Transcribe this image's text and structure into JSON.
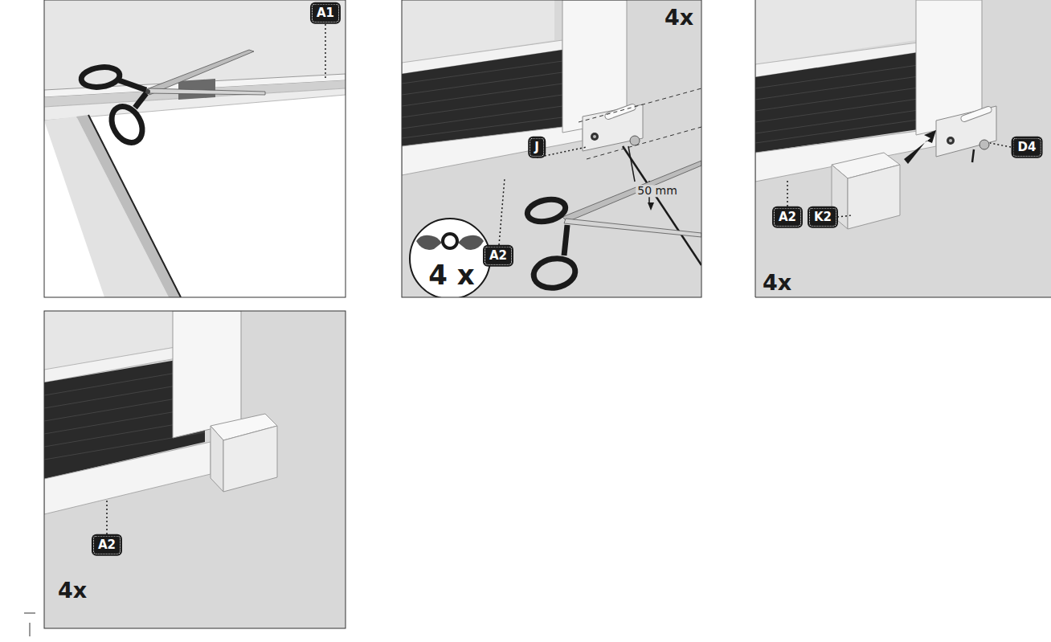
{
  "diagram": {
    "labels": [
      "A1",
      "4x",
      "J",
      "50 mm",
      "A2",
      "4 x",
      "D4",
      "A2",
      "K2",
      "4x",
      "A2",
      "4x"
    ]
  }
}
